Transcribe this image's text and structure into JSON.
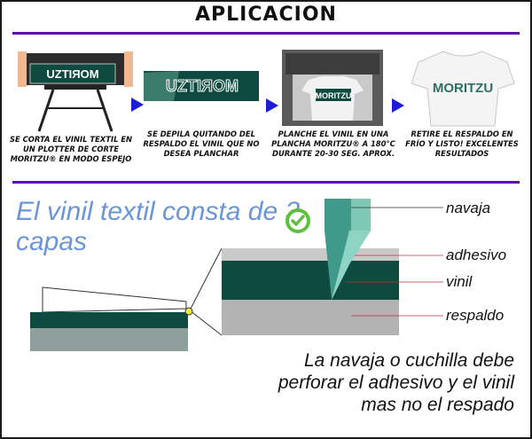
{
  "title": "APLICACION",
  "steps": [
    {
      "caption": "SE CORTA EL VINIL TEXTIL EN UN PLOTTER DE CORTE MORITZU® EN MODO ESPEJO",
      "image_text": "UZTIЯOM"
    },
    {
      "caption": "SE DEPILA QUITANDO DEL RESPALDO EL VINIL QUE NO DESEA PLANCHAR",
      "image_text": "UZTIЯOM"
    },
    {
      "caption": "PLANCHE EL VINIL EN UNA PLANCHA MORITZU® A 180°C DURANTE 20-30 SEG. APROX.",
      "image_text": "MORITZU"
    },
    {
      "caption": "RETIRE EL RESPALDO EN FRÍO Y LISTO! EXCELENTES RESULTADOS",
      "image_text": "MORITZU"
    }
  ],
  "layers": {
    "heading": "El vinil textil consta de 3 capas",
    "labels": {
      "navaja": "navaja",
      "adhesivo": "adhesivo",
      "vinil": "vinil",
      "respaldo": "respaldo"
    },
    "note": "La navaja o cuchilla debe perforar el adhesivo y el vinil mas no el respado"
  },
  "colors": {
    "rule": "#5b10b8",
    "arrow": "#1b1bd8",
    "heading": "#6a96d8",
    "vinyl": "#0f4a40",
    "backing": "#a8a8a8"
  }
}
